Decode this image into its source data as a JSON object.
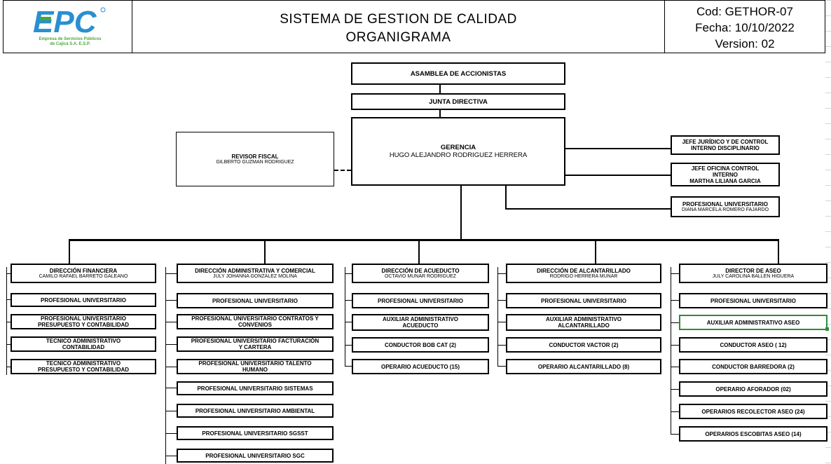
{
  "header": {
    "logo_text": "EPC",
    "logo_sub_line1": "Empresa de Servicios Públicos",
    "logo_sub_line2": "de Cajicá S.A. E.S.P.",
    "title_line1": "SISTEMA DE GESTION DE CALIDAD",
    "title_line2": "ORGANIGRAMA",
    "code": "Cod: GETHOR-07",
    "date": "Fecha: 10/10/2022",
    "version": "Version:  02"
  },
  "top": {
    "asamblea": "ASAMBLEA DE ACCIONISTAS",
    "junta": "JUNTA DIRECTIVA",
    "gerencia_title": "GERENCIA",
    "gerencia_name": "HUGO ALEJANDRO RODRIGUEZ HERRERA",
    "revisor_title": "REVISOR FISCAL",
    "revisor_name": "GILBERTO GUZMAN RODRIGUEZ"
  },
  "staff": {
    "juridico_l1": "JEFE JURÍDICO Y DE CONTROL",
    "juridico_l2": "INTERNO DISCIPLINARIO",
    "control_l1": "JEFE OFICINA CONTROL",
    "control_l2": "INTERNO",
    "control_name": "MARTHA LILIANA GARCIA",
    "prof_title": "PROFESIONAL UNIVERSITARIO",
    "prof_name": "DIANA MARCELA ROMERO FAJARDO"
  },
  "departments": {
    "financiera": {
      "title": "DIRECCIÓN FINANCIERA",
      "name": "CAMILO RAFAEL BARRETO GALEANO",
      "items": [
        [
          "PROFESIONAL UNIVERSITARIO"
        ],
        [
          "PROFESIONAL UNIVERSITARIO",
          "PRESUPUESTO Y CONTABILIDAD"
        ],
        [
          "TECNICO ADMINISTRATIVO",
          "CONTABILIDAD"
        ],
        [
          "TECNICO ADMINISTRATIVO",
          "PRESUPUESTO Y CONTABILIDAD"
        ]
      ]
    },
    "administrativa": {
      "title": "DIRECCIÓN ADMINISTRATIVA Y COMERCIAL",
      "name": "JULY JOHANNA GONZALEZ MOLINA",
      "items": [
        [
          "PROFESIONAL UNIVERSITARIO"
        ],
        [
          "PROFESIONAL UNIVERSITARIO CONTRATOS Y",
          "CONVENIOS"
        ],
        [
          "PROFESIONAL UNIVERSITARIO FACTURACIÓN",
          "Y CARTERA"
        ],
        [
          "PROFESIONAL UNIVERSITARIO TALENTO",
          "HUMANO"
        ],
        [
          "PROFESIONAL UNIVERSITARIO SISTEMAS"
        ],
        [
          "PROFESIONAL UNIVERSITARIO AMBIENTAL"
        ],
        [
          "PROFESIONAL UNIVERSITARIO SGSST"
        ],
        [
          "PROFESIONAL UNIVERSITARIO SGC"
        ]
      ]
    },
    "acueducto": {
      "title": "DIRECCIÓN DE ACUEDUCTO",
      "name": "OCTAVIO MUNAR RODRIGUEZ",
      "items": [
        [
          "PROFESIONAL UNIVERSITARIO"
        ],
        [
          "AUXILIAR ADMINISTRATIVO",
          "ACUEDUCTO"
        ],
        [
          "CONDUCTOR BOB CAT (2)"
        ],
        [
          "OPERARIO ACUEDUCTO (15)"
        ]
      ]
    },
    "alcantarillado": {
      "title": "DIRECCIÓN DE ALCANTARILLADO",
      "name": "RODRIGO  HERRERA MUNAR",
      "items": [
        [
          "PROFESIONAL UNIVERSITARIO"
        ],
        [
          "AUXILIAR ADMINISTRATIVO",
          "ALCANTARILLADO"
        ],
        [
          "CONDUCTOR VACTOR (2)"
        ],
        [
          "OPERARIO ALCANTARILLADO (8)"
        ]
      ]
    },
    "aseo": {
      "title": "DIRECTOR DE ASEO",
      "name": "JULY  CAROLINA BALLEN HIGUERA",
      "items": [
        [
          "PROFESIONAL UNIVERSITARIO"
        ],
        [
          "AUXILIAR ADMINISTRATIVO ASEO"
        ],
        [
          "CONDUCTOR ASEO ( 12)"
        ],
        [
          "CONDUCTOR BARREDORA (2)"
        ],
        [
          "OPERARIO AFORADOR (02)"
        ],
        [
          "OPERARIOS RECOLECTOR ASEO (24)"
        ],
        [
          "OPERARIOS ESCOBITAS ASEO (14)"
        ]
      ]
    }
  }
}
